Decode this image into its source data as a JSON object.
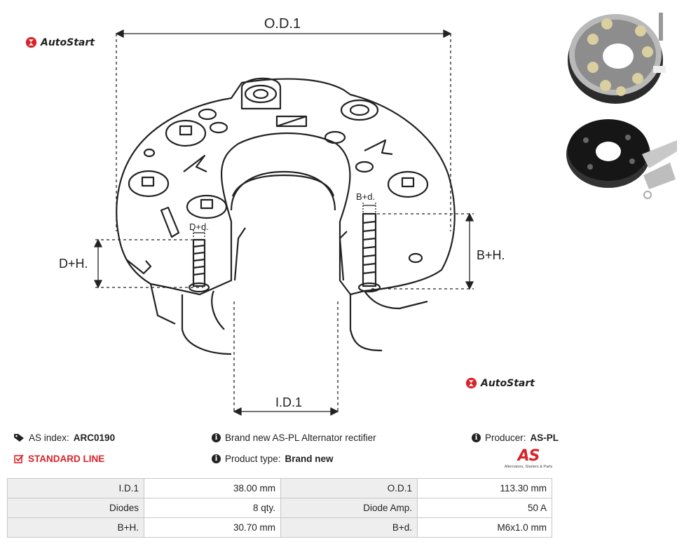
{
  "brand": {
    "logo_text": "AutoStart"
  },
  "drawing": {
    "labels": {
      "od": "O.D.1",
      "id": "I.D.1",
      "dh": "D+H.",
      "bh": "B+H.",
      "dd": "D+d.",
      "bd": "B+d."
    }
  },
  "info": {
    "as_index_label": "AS index:",
    "as_index_value": "ARC0190",
    "standard_line": "STANDARD LINE",
    "description": "Brand new AS-PL Alternator rectifier",
    "product_type_label": "Product type:",
    "product_type_value": "Brand new",
    "producer_label": "Producer:",
    "producer_value": "AS-PL",
    "producer_logo_text": "AS",
    "producer_logo_tagline": "Alternators, Starters & Parts"
  },
  "specs": [
    {
      "label1": "I.D.1",
      "value1": "38.00 mm",
      "label2": "O.D.1",
      "value2": "113.30 mm"
    },
    {
      "label1": "Diodes",
      "value1": "8 qty.",
      "label2": "Diode Amp.",
      "value2": "50 A"
    },
    {
      "label1": "B+H.",
      "value1": "30.70 mm",
      "label2": "B+d.",
      "value2": "M6x1.0 mm"
    }
  ],
  "colors": {
    "accent": "#d8232a",
    "table_label_bg": "#eeeeee",
    "table_border": "#c8c8c8"
  },
  "icons": [
    "autostart-logo-icon",
    "tag-icon",
    "checkbox-icon",
    "info-icon"
  ]
}
